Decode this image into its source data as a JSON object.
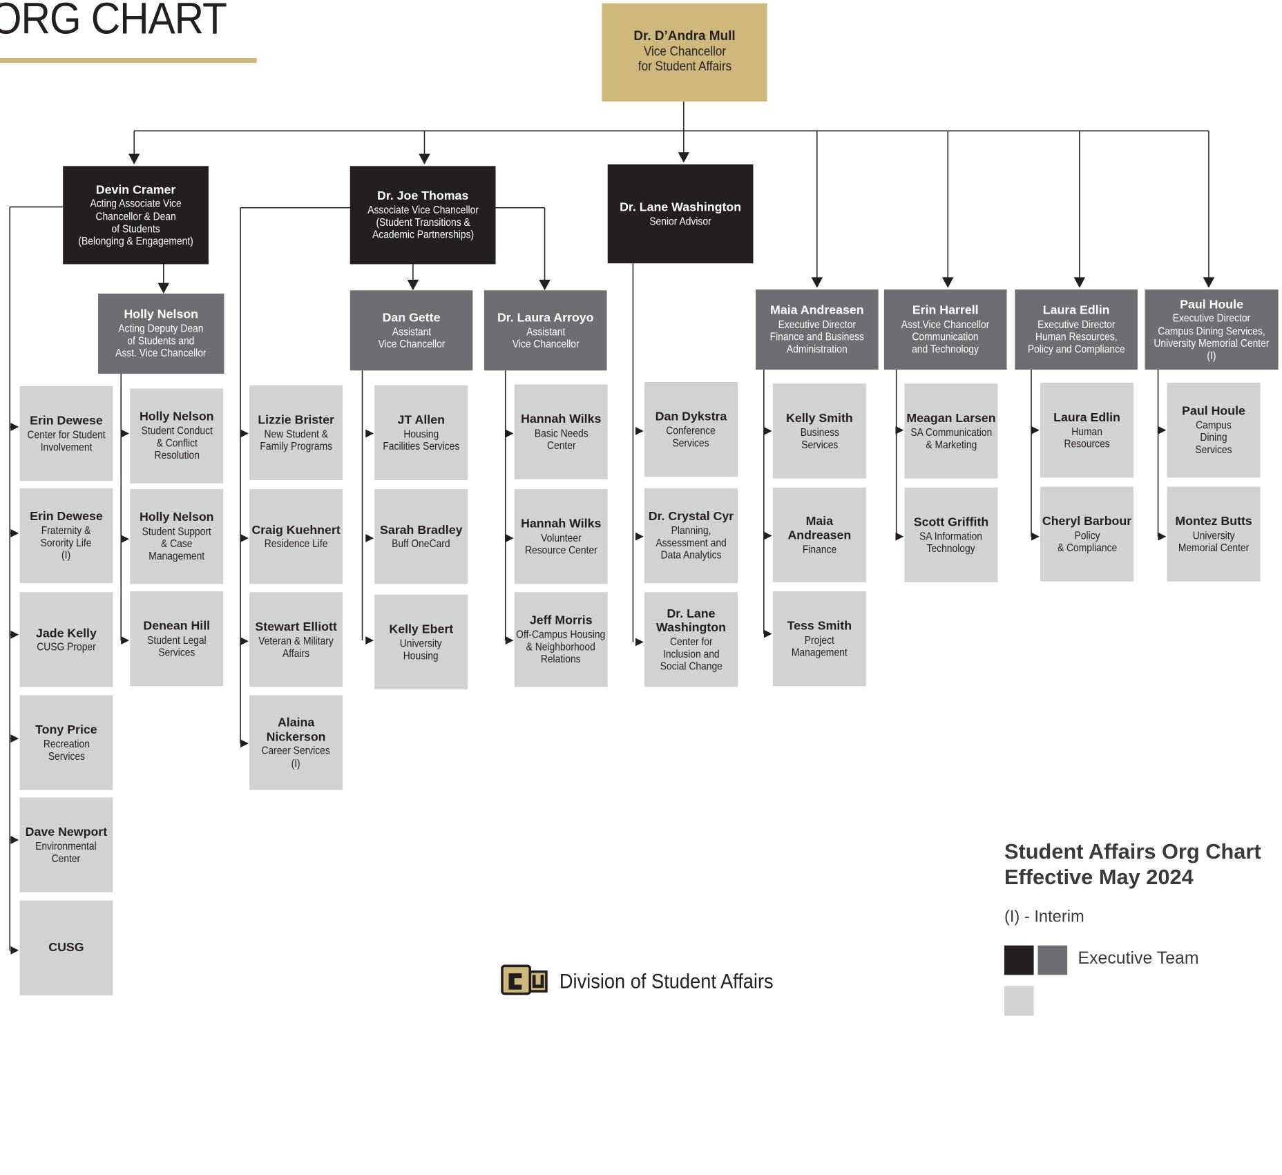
{
  "header": {
    "title": "ORG CHART"
  },
  "top": {
    "name": "Dr. D’Andra Mull",
    "role": [
      "Vice Chancellor",
      "for Student Affairs"
    ]
  },
  "leaders": [
    {
      "name": "Devin Cramer",
      "role": [
        "Acting Associate Vice",
        "Chancellor & Dean",
        "of Students",
        "(Belonging & Engagement)"
      ]
    },
    {
      "name": "Dr. Joe Thomas",
      "role": [
        "Associate Vice Chancellor",
        "(Student Transitions &",
        "Academic Partnerships)"
      ]
    },
    {
      "name": "Dr. Lane Washington",
      "role": [
        "Senior Advisor"
      ]
    },
    {
      "name": "Maia Andreasen",
      "role": [
        "Executive Director",
        "Finance and Business",
        "Administration"
      ]
    },
    {
      "name": "Erin Harrell",
      "role": [
        "Asst.Vice Chancellor",
        "Communication",
        "and Technology"
      ]
    },
    {
      "name": "Laura Edlin",
      "role": [
        "Executive Director",
        "Human Resources,",
        "Policy and Compliance"
      ]
    },
    {
      "name": "Paul Houle",
      "role": [
        "Executive Director",
        "Campus Dining Services,",
        "University Memorial Center",
        "(I)"
      ]
    }
  ],
  "sub_leaders": [
    {
      "name": "Holly Nelson",
      "role": [
        "Acting Deputy Dean",
        "of Students and",
        "Asst. Vice Chancellor"
      ]
    },
    {
      "name": "Dan Gette",
      "role": [
        "Assistant",
        "Vice Chancellor"
      ]
    },
    {
      "name": "Dr. Laura Arroyo",
      "role": [
        "Assistant",
        "Vice Chancellor"
      ]
    }
  ],
  "columns": {
    "cramer": [
      {
        "name": "Erin Dewese",
        "role": [
          "Center for Student",
          "Involvement"
        ]
      },
      {
        "name": "Erin Dewese",
        "role": [
          "Fraternity &",
          "Sorority Life",
          "(I)"
        ]
      },
      {
        "name": "Jade Kelly",
        "role": [
          "CUSG Proper"
        ]
      },
      {
        "name": "Tony Price",
        "role": [
          "Recreation",
          "Services"
        ]
      },
      {
        "name": "Dave Newport",
        "role": [
          "Environmental",
          "Center"
        ]
      },
      {
        "name": "CUSG",
        "role": []
      }
    ],
    "nelson": [
      {
        "name": "Holly Nelson",
        "role": [
          "Student Conduct",
          "& Conflict",
          "Resolution"
        ]
      },
      {
        "name": "Holly Nelson",
        "role": [
          "Student Support",
          "& Case",
          "Management"
        ]
      },
      {
        "name": "Denean Hill",
        "role": [
          "Student Legal",
          "Services"
        ]
      }
    ],
    "thomas": [
      {
        "name": "Lizzie Brister",
        "role": [
          "New Student &",
          "Family Programs"
        ]
      },
      {
        "name": "Craig Kuehnert",
        "role": [
          "Residence Life"
        ]
      },
      {
        "name": "Stewart Elliott",
        "role": [
          "Veteran & Military",
          "Affairs"
        ]
      },
      {
        "name": "Alaina Nickerson",
        "role": [
          "Career Services",
          "(I)"
        ]
      }
    ],
    "gette": [
      {
        "name": "JT Allen",
        "role": [
          "Housing",
          "Facilities Services"
        ]
      },
      {
        "name": "Sarah Bradley",
        "role": [
          "Buff OneCard"
        ]
      },
      {
        "name": "Kelly Ebert",
        "role": [
          "University",
          "Housing"
        ]
      }
    ],
    "arroyo": [
      {
        "name": "Hannah Wilks",
        "role": [
          "Basic Needs",
          "Center"
        ]
      },
      {
        "name": "Hannah Wilks",
        "role": [
          "Volunteer",
          "Resource Center"
        ]
      },
      {
        "name": "Jeff Morris",
        "role": [
          "Off-Campus Housing",
          "& Neighborhood",
          "Relations"
        ]
      }
    ],
    "washington": [
      {
        "name": "Dan Dykstra",
        "role": [
          "Conference",
          "Services"
        ]
      },
      {
        "name": "Dr. Crystal Cyr",
        "role": [
          "Planning,",
          "Assessment and",
          "Data Analytics"
        ]
      },
      {
        "name": "Dr. Lane Washington",
        "role": [
          "Center for",
          "Inclusion and",
          "Social Change"
        ]
      }
    ],
    "andreasen": [
      {
        "name": "Kelly Smith",
        "role": [
          "Business",
          "Services"
        ]
      },
      {
        "name": "Maia Andreasen",
        "role": [
          "Finance"
        ]
      },
      {
        "name": "Tess Smith",
        "role": [
          "Project",
          "Management"
        ]
      }
    ],
    "harrell": [
      {
        "name": "Meagan Larsen",
        "role": [
          "SA Communication",
          "& Marketing"
        ]
      },
      {
        "name": "Scott Griffith",
        "role": [
          "SA Information",
          "Technology"
        ]
      }
    ],
    "edlin": [
      {
        "name": "Laura Edlin",
        "role": [
          "Human",
          "Resources"
        ]
      },
      {
        "name": "Cheryl Barbour",
        "role": [
          "Policy",
          "& Compliance"
        ]
      }
    ],
    "houle": [
      {
        "name": "Paul Houle",
        "role": [
          "Campus",
          "Dining",
          "Services"
        ]
      },
      {
        "name": "Montez Butts",
        "role": [
          "University",
          "Memorial Center"
        ]
      }
    ]
  },
  "legend": {
    "title_line1": "Student Affairs Org Chart",
    "title_line2": "Effective May 2024",
    "interim": "(I)  -  Interim",
    "executive": "Executive Team",
    "colors": {
      "gold": "#cfb87c",
      "black": "#231f20",
      "dark_gray": "#6d6e71",
      "light_gray": "#d1d2d4"
    }
  },
  "footer": {
    "text": "Division of Student Affairs",
    "logo": "cu-logo-icon"
  }
}
